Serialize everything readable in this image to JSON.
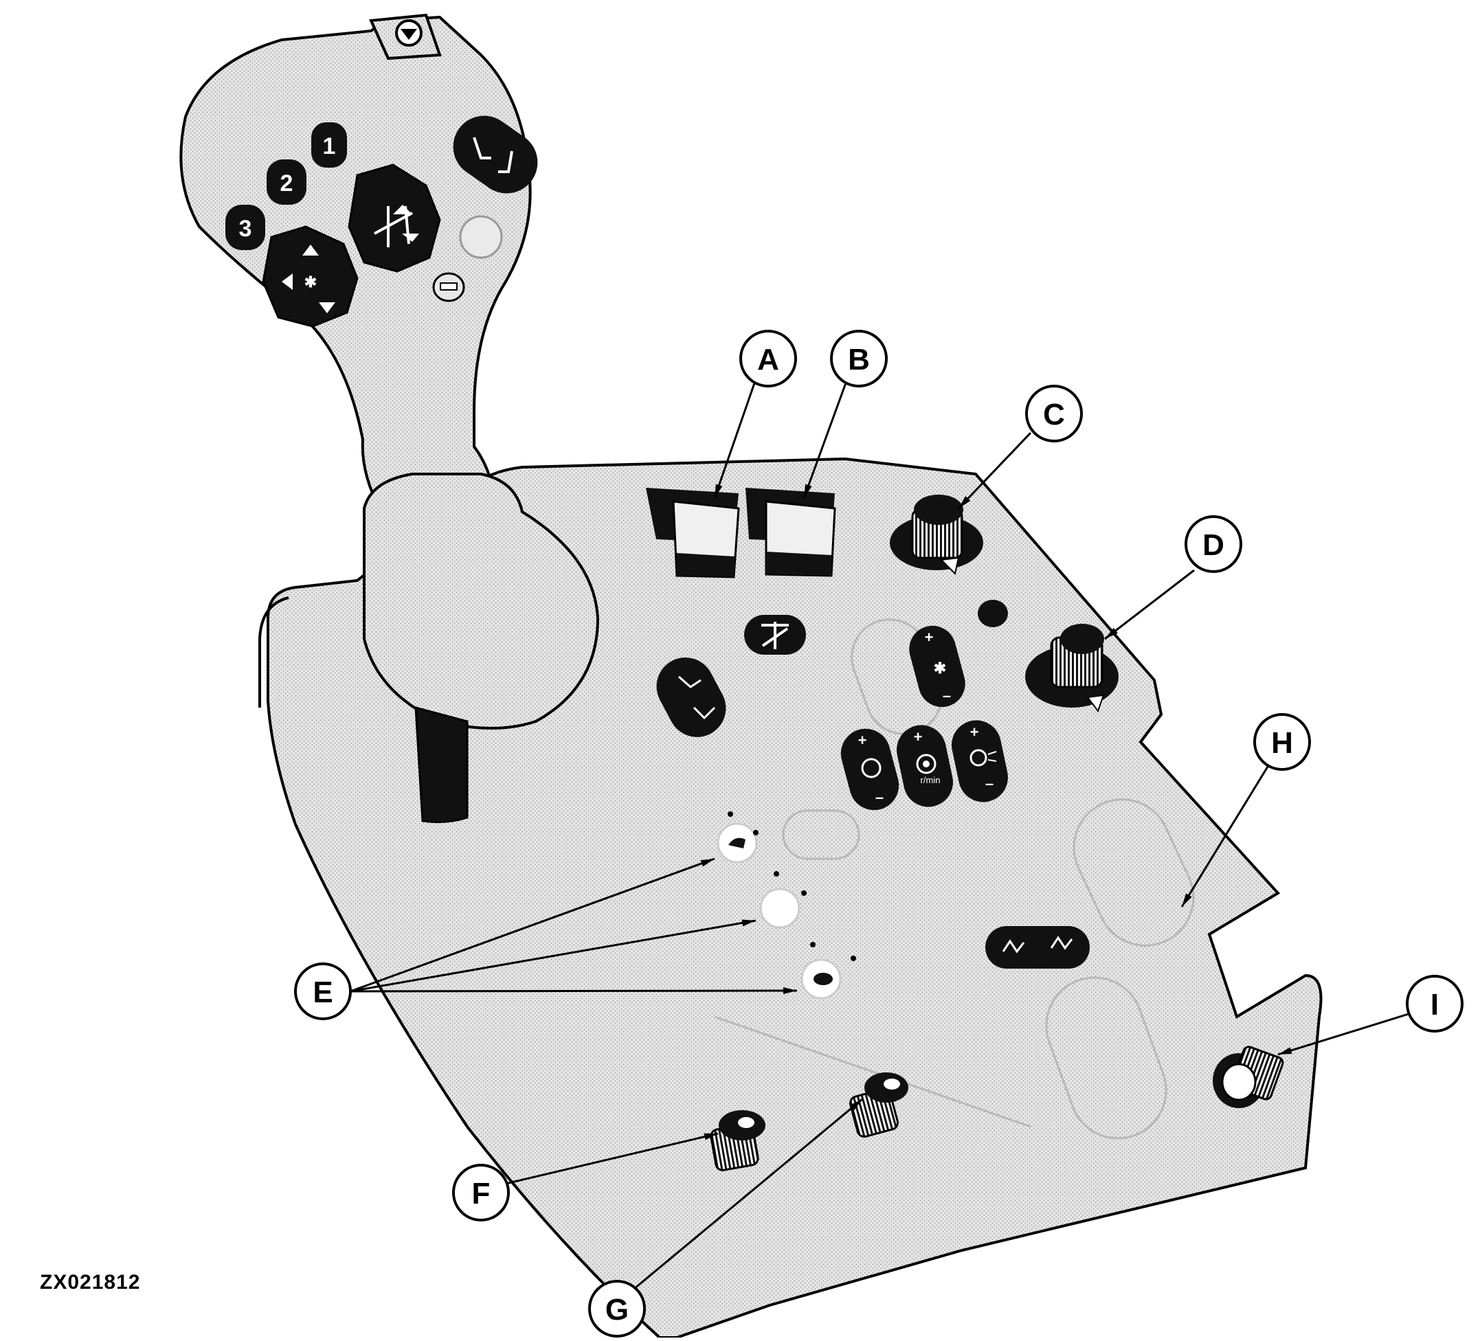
{
  "figure_id": "ZX021812",
  "callouts": [
    "A",
    "B",
    "C",
    "D",
    "E",
    "F",
    "G",
    "H",
    "I"
  ],
  "joystick_buttons": [
    "1",
    "2",
    "3"
  ],
  "control_symbols": {
    "plus": "+",
    "minus": "–",
    "rpm_unit": "r/min"
  },
  "colors": {
    "panel_fill": "#e2e2e2",
    "outline": "#000000",
    "button_fill": "#111111",
    "callout_fill": "#ffffff"
  }
}
